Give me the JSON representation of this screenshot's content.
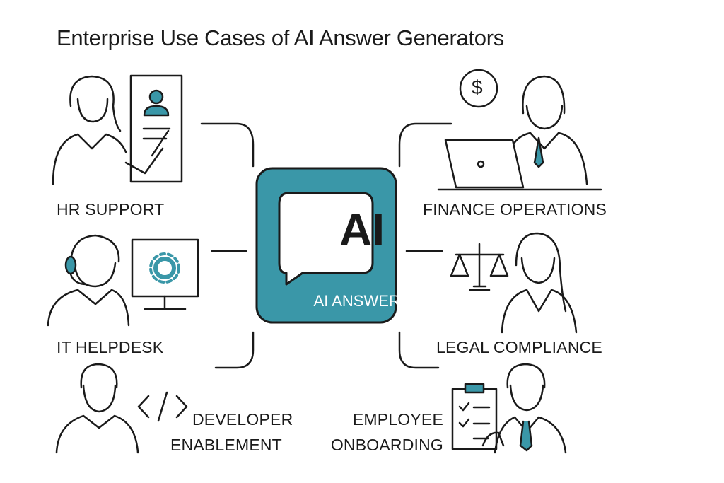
{
  "title": "Enterprise Use Cases of AI Answer Generators",
  "center": {
    "badge_text": "AI",
    "label": "AI ANSWERS"
  },
  "use_cases": [
    {
      "label": "HR SUPPORT",
      "icon": "person-id-card-icon"
    },
    {
      "label": "FINANCE OPERATIONS",
      "icon": "person-laptop-dollar-icon"
    },
    {
      "label": "IT HELPDESK",
      "icon": "headset-person-gear-monitor-icon"
    },
    {
      "label": "LEGAL COMPLIANCE",
      "icon": "scales-person-icon"
    },
    {
      "label_line1": "DEVELOPER",
      "label_line2": "ENABLEMENT",
      "icon": "person-code-icon"
    },
    {
      "label_line1": "EMPLOYEE",
      "label_line2": "ONBOARDING",
      "icon": "person-checklist-icon"
    }
  ],
  "code_symbol": "</>",
  "dollar_symbol": "$",
  "colors": {
    "accent": "#3a97a8",
    "ink": "#1a1a1a"
  }
}
